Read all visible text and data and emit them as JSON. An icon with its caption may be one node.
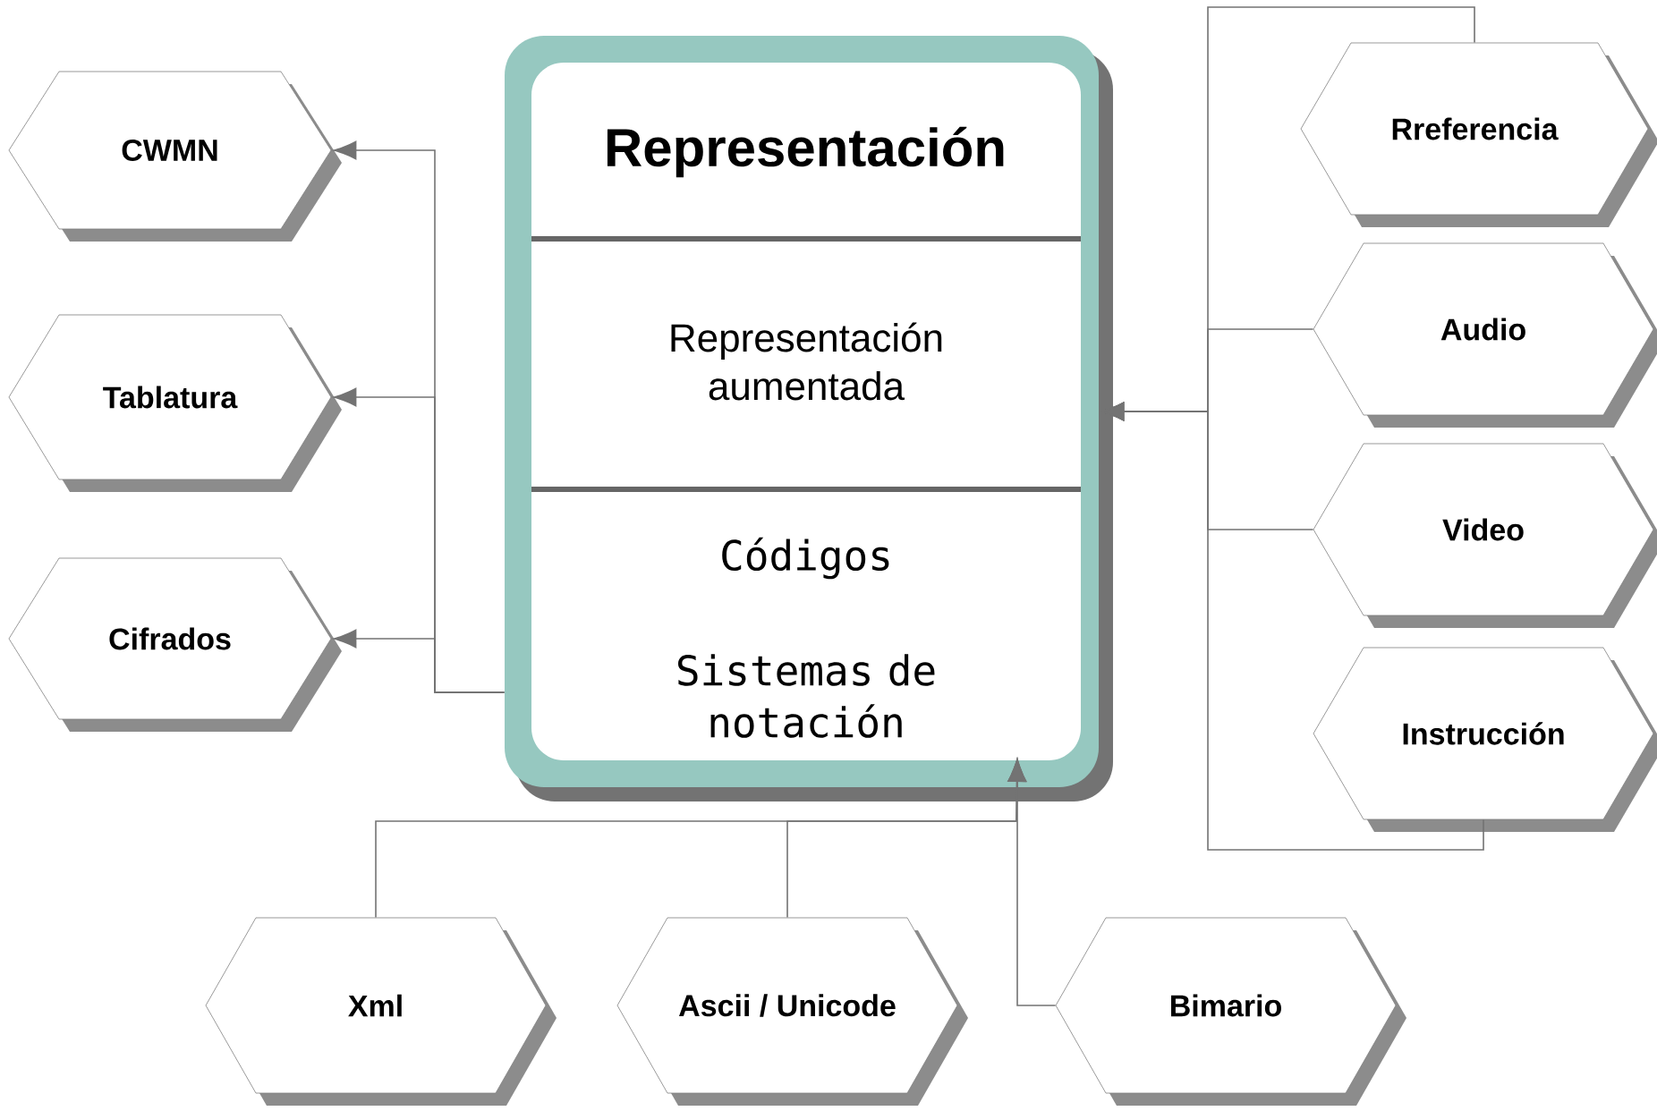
{
  "diagram": {
    "nodes": [
      {
        "text": [
          "Representación"
        ]
      },
      {
        "text": [
          "Representación aumentada"
        ],
        "in": 0
      },
      {
        "text": [
          "Códigos",
          "Sistemas de notación"
        ],
        "in": 0
      },
      {
        "text": [
          "CWMN"
        ]
      },
      {
        "text": [
          "Tablatura"
        ]
      },
      {
        "text": [
          "Cifrados"
        ]
      },
      {
        "text": [
          "Rreferencia"
        ]
      },
      {
        "text": [
          "Audio"
        ]
      },
      {
        "text": [
          "Video"
        ]
      },
      {
        "text": [
          "Instrucción"
        ]
      },
      {
        "text": [
          "Xml"
        ]
      },
      {
        "text": [
          "Ascii / Unicode"
        ]
      },
      {
        "text": [
          "Bimario"
        ]
      }
    ],
    "edges": [
      {
        "from": 0,
        "to": 3,
        "arrow": "to"
      },
      {
        "from": 0,
        "to": 4,
        "arrow": "to"
      },
      {
        "from": 0,
        "to": 5,
        "arrow": "to"
      },
      {
        "from": 6,
        "to": 0,
        "arrow": "to"
      },
      {
        "from": 7,
        "to": 0,
        "arrow": "to"
      },
      {
        "from": 8,
        "to": 0,
        "arrow": "to"
      },
      {
        "from": 9,
        "to": 0,
        "arrow": "to"
      },
      {
        "from": 10,
        "to": 2,
        "arrow": "to"
      },
      {
        "from": 11,
        "to": 2,
        "arrow": "to"
      },
      {
        "from": 12,
        "to": 2,
        "arrow": "to"
      }
    ]
  }
}
